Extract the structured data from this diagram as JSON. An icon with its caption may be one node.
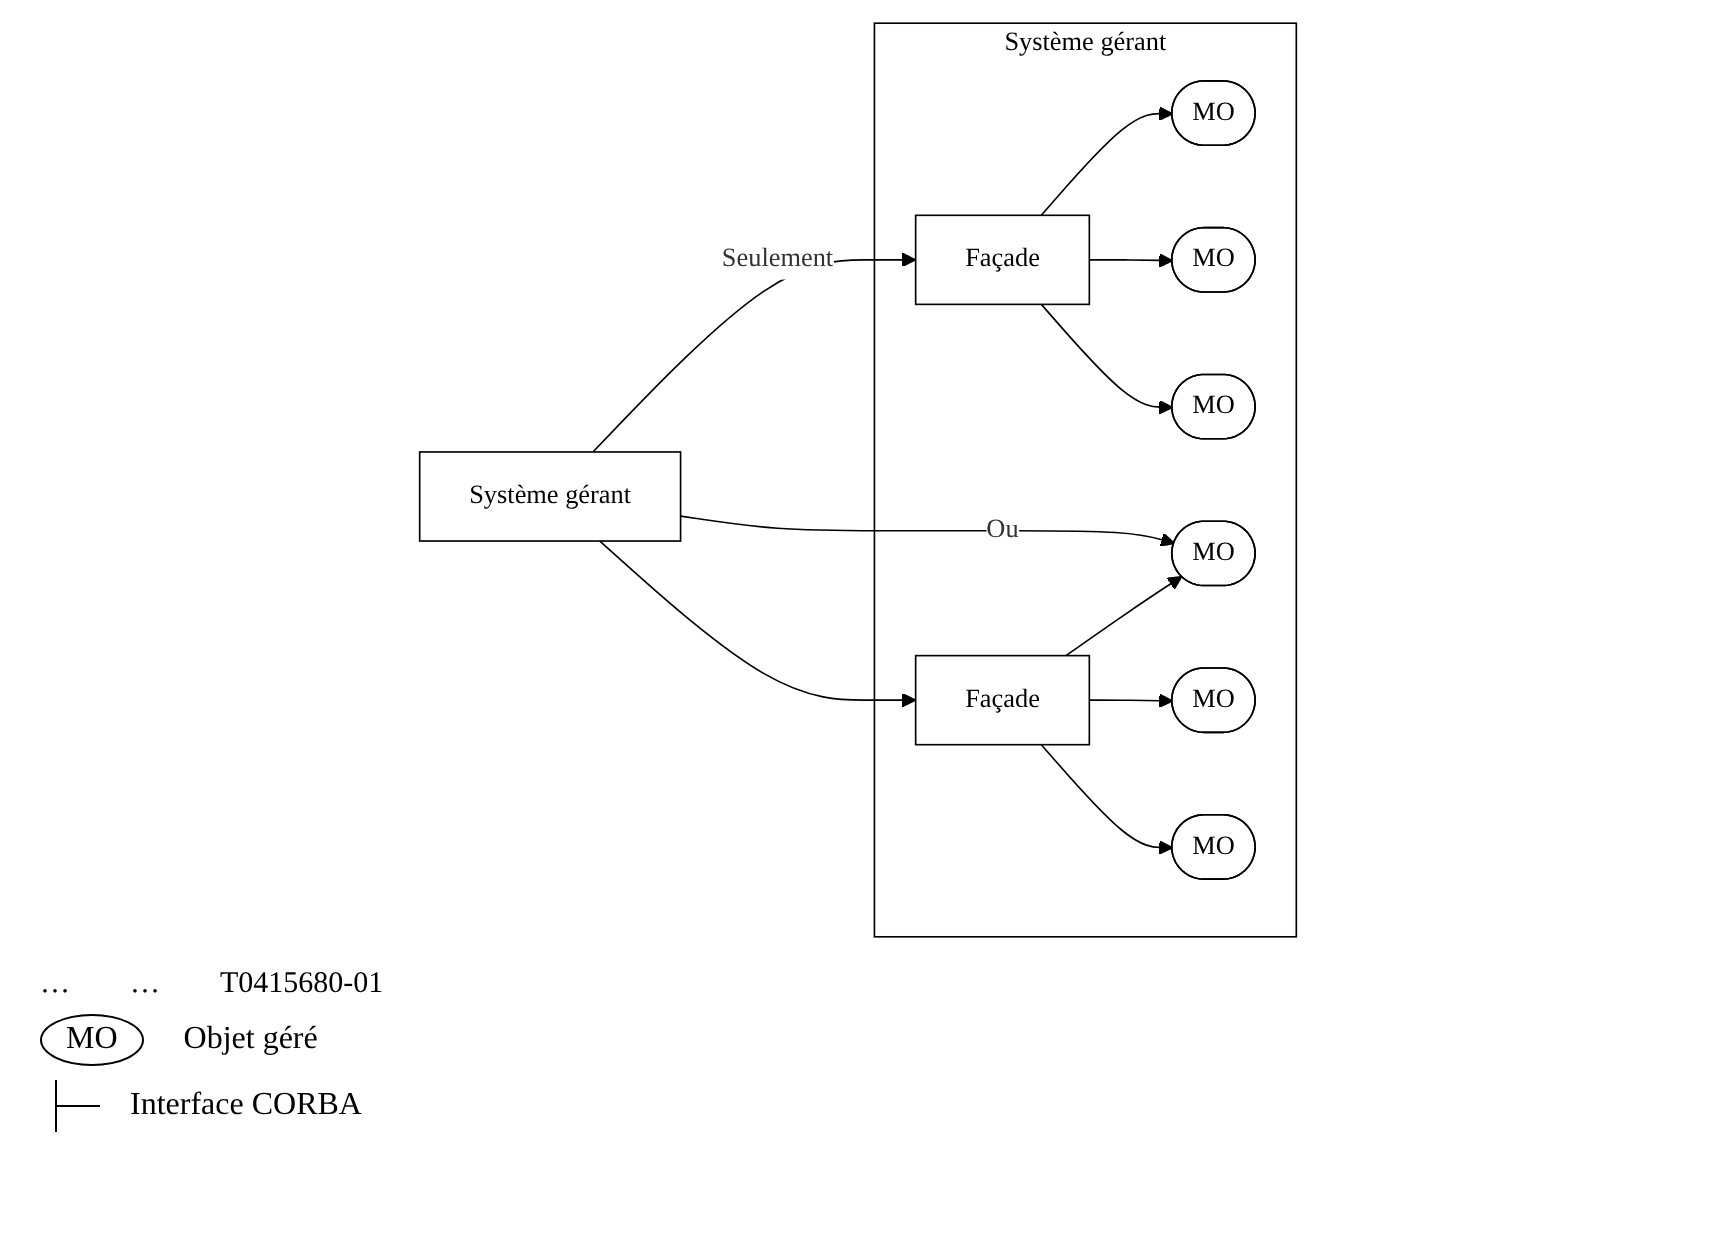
{
  "diagram": {
    "nodes": [
      {
        "text": [
          "Système gérant"
        ]
      },
      {
        "text": [
          "Système gérant"
        ]
      },
      {
        "text": [
          "Façade"
        ],
        "in": 1
      },
      {
        "text": [
          "MO"
        ],
        "in": 1
      },
      {
        "text": [
          "MO"
        ],
        "in": 1
      },
      {
        "text": [
          "MO"
        ],
        "in": 1
      },
      {
        "text": [
          "Façade"
        ],
        "in": 1
      },
      {
        "text": [
          "MO"
        ],
        "in": 1
      },
      {
        "text": [
          "MO"
        ],
        "in": 1
      },
      {
        "text": [
          "MO"
        ],
        "in": 1
      }
    ],
    "edges": [
      {
        "from": 0,
        "to": 2,
        "arrow": "to",
        "label": "Seulement"
      },
      {
        "from": 2,
        "to": 3,
        "arrow": "to"
      },
      {
        "from": 2,
        "to": 4,
        "arrow": "to"
      },
      {
        "from": 2,
        "to": 5,
        "arrow": "to"
      },
      {
        "from": 0,
        "to": 6,
        "arrow": "to"
      },
      {
        "from": 0,
        "to": 7,
        "arrow": "to",
        "label": "Ou"
      },
      {
        "from": 6,
        "to": 7,
        "arrow": "to"
      },
      {
        "from": 6,
        "to": 8,
        "arrow": "to"
      },
      {
        "from": 6,
        "to": 9,
        "arrow": "to"
      }
    ],
    "labels": [
      "…",
      "…",
      "T0415680-01",
      "MO"
    ],
    "legend": [
      {
        "text": "Objet géré"
      },
      {
        "text": "Interface CORBA"
      }
    ]
  }
}
